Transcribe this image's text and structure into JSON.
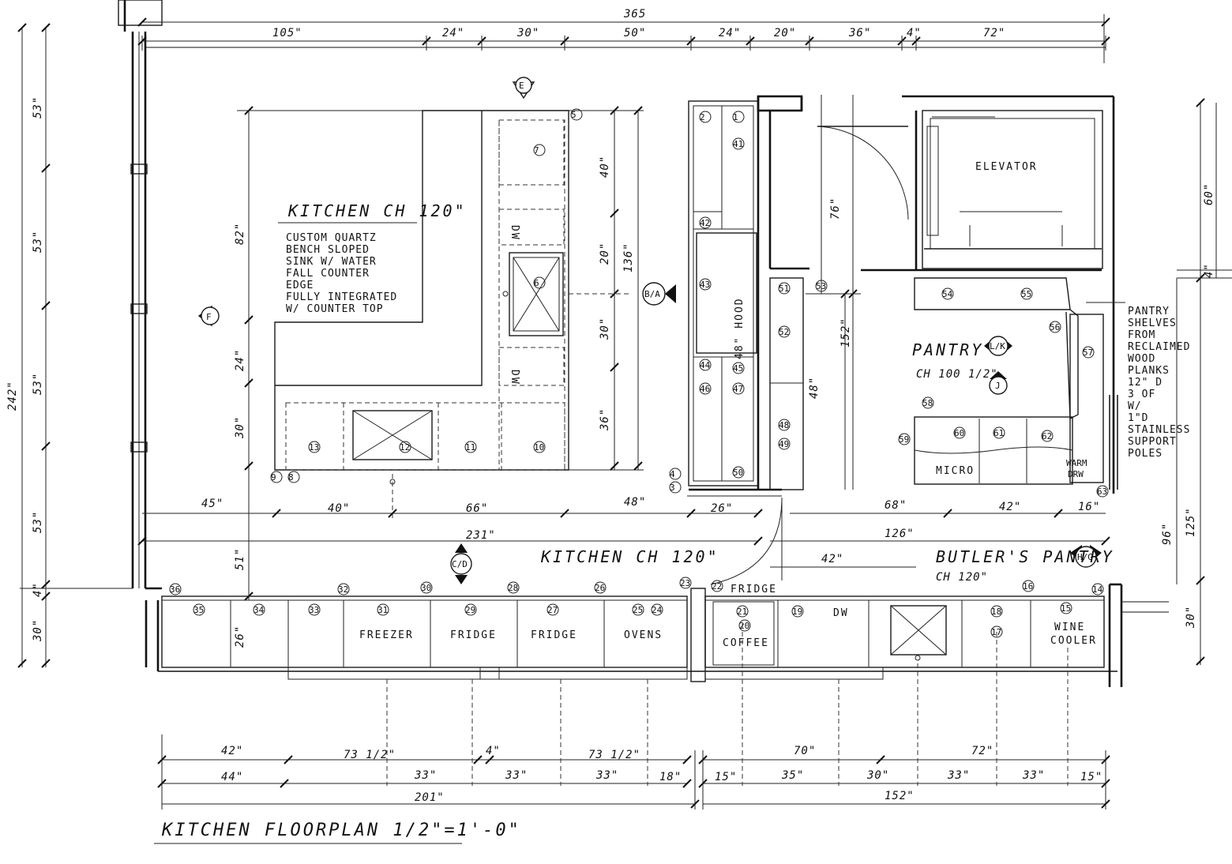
{
  "title": "KITCHEN FLOORPLAN 1/2\"=1'-0\"",
  "rooms": {
    "kitchen_upper": "KITCHEN CH 120\"",
    "kitchen_lower": "KITCHEN CH 120\"",
    "elevator": "ELEVATOR",
    "pantry": "PANTRY",
    "pantry_ch": "CH 100 1/2\"",
    "butlers_pantry": "BUTLER'S PANTRY",
    "butlers_ch": "CH 120\""
  },
  "notes": {
    "island": [
      "CUSTOM QUARTZ",
      "BENCH SLOPED",
      "SINK W/ WATER",
      "FALL COUNTER",
      "EDGE",
      "FULLY INTEGRATED",
      "W/ COUNTER TOP"
    ],
    "pantry_shelves": [
      "PANTRY",
      "SHELVES",
      "FROM",
      "RECLAIMED",
      "WOOD",
      "PLANKS",
      "12\" D",
      "3 OF",
      "W/",
      "1\"D",
      "STAINLESS",
      "SUPPORT",
      "POLES"
    ]
  },
  "appliances": {
    "freezer": "FREEZER",
    "fridge1": "FRIDGE",
    "fridge2": "FRIDGE",
    "ovens": "OVENS",
    "fridge_label": "FRIDGE",
    "coffee": "COFFEE",
    "dw1": "DW",
    "dw2": "DW",
    "dw3": "DW",
    "wine": "WINE",
    "cooler": "COOLER",
    "micro": "MICRO",
    "warm_drw": "WARM",
    "warm_drw2": "DRW",
    "hood": "48\" HOOD"
  },
  "markers": {
    "E": "E",
    "F": "F",
    "BA": "B/A",
    "CD": "C/D",
    "LK": "L/K",
    "J": "J",
    "HG": "H/G"
  },
  "dims_top": {
    "overall": "365",
    "d1": "105\"",
    "d2": "24\"",
    "d3": "30\"",
    "d4": "50\"",
    "d5": "24\"",
    "d6": "20\"",
    "d7": "36\"",
    "d8": "4\"",
    "d9": "72\""
  },
  "dims_left": {
    "overall": "242\"",
    "s1": "53\"",
    "s2": "53\"",
    "s3": "53\"",
    "s4": "53\"",
    "s5": "4\"",
    "s6": "30\"",
    "i1": "82\"",
    "i2": "24\"",
    "i3": "30\"",
    "g51": "51\"",
    "g26": "26\""
  },
  "dims_island": {
    "v40": "40\"",
    "v20": "20\"",
    "v30": "30\"",
    "v36": "36\"",
    "v136": "136\"",
    "v76": "76\"",
    "v48": "48\"",
    "v152": "152\"",
    "v96": "96\""
  },
  "dims_mid": {
    "d45": "45\"",
    "d40": "40\"",
    "d66": "66\"",
    "d48": "48\"",
    "d26": "26\"",
    "d231": "231\"",
    "d68": "68\"",
    "d42": "42\"",
    "d16": "16\"",
    "d126": "126\"",
    "d42b": "42\""
  },
  "dims_right": {
    "r60": "60\"",
    "r4": "4\"",
    "r96": "96\"",
    "r125": "125\"",
    "r30": "30\""
  },
  "dims_bottom": {
    "b42": "42\"",
    "b73a": "73 1/2\"",
    "b4": "4\"",
    "b73b": "73 1/2\"",
    "b44": "44\"",
    "b33a": "33\"",
    "b33b": "33\"",
    "b33c": "33\"",
    "b18": "18\"",
    "b201": "201\"",
    "b70": "70\"",
    "b72": "72\"",
    "b15a": "15\"",
    "b35": "35\"",
    "b30": "30\"",
    "b33d": "33\"",
    "b33e": "33\"",
    "b15b": "15\"",
    "b152": "152\""
  },
  "cabinet_tags": [
    "36",
    "35",
    "34",
    "33",
    "32",
    "31",
    "30",
    "29",
    "28",
    "27",
    "26",
    "25",
    "24",
    "23",
    "22",
    "21",
    "20",
    "19",
    "18",
    "17",
    "16",
    "15",
    "14",
    "13",
    "12",
    "11",
    "10",
    "9",
    "8",
    "7",
    "6",
    "5",
    "4",
    "3",
    "2",
    "1",
    "41",
    "42",
    "43",
    "44",
    "45",
    "46",
    "47",
    "48",
    "49",
    "50",
    "51",
    "52",
    "53",
    "54",
    "55",
    "56",
    "57",
    "58",
    "59",
    "60",
    "61",
    "62",
    "63"
  ],
  "colors": {
    "ink": "#111111",
    "paper": "#ffffff"
  }
}
